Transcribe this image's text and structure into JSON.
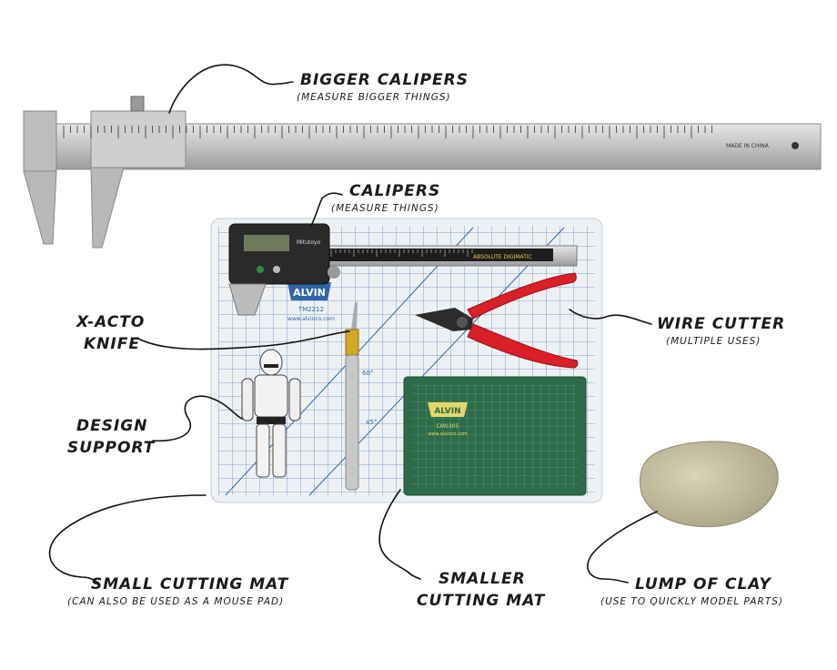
{
  "labels": {
    "bigger_calipers": {
      "title": "BIGGER CALIPERS",
      "note": "(MEASURE BIGGER THINGS)"
    },
    "calipers": {
      "title": "CALIPERS",
      "note": "(MEASURE THINGS)"
    },
    "xacto": {
      "line1": "X-ACTO",
      "line2": "KNIFE"
    },
    "wire_cutter": {
      "title": "WIRE CUTTER",
      "note": "(MULTIPLE USES)"
    },
    "design_support": {
      "line1": "DESIGN",
      "line2": "SUPPORT"
    },
    "small_mat": {
      "title": "SMALL CUTTING MAT",
      "note": "(CAN ALSO BE USED AS A MOUSE PAD)"
    },
    "smaller_mat": {
      "line1": "SMALLER",
      "line2": "CUTTING MAT"
    },
    "clay": {
      "title": "LUMP OF CLAY",
      "note": "(USE TO QUICKLY MODEL PARTS)"
    }
  },
  "product_text": {
    "mat_brand": "ALVIN",
    "mat_model": "TM2212",
    "mat_site": "www.alvinco.com",
    "small_mat_brand": "ALVIN",
    "small_mat_model": "CM0305",
    "small_mat_site": "www.alvinco.com",
    "caliper_brand": "Mitutoyo",
    "caliper_model": "ABSOLUTE DIGIMATIC",
    "big_caliper_stamp": "MADE IN CHINA",
    "angle_60": "60°",
    "angle_45": "45°"
  },
  "colors": {
    "mat": "#eef1f4",
    "mat_grid": "#2f66a8",
    "green_mat": "#2e6b4a",
    "pliers_handle": "#d91f2a",
    "clay": "#cbc5a4",
    "steel": "#c9c9c9"
  }
}
